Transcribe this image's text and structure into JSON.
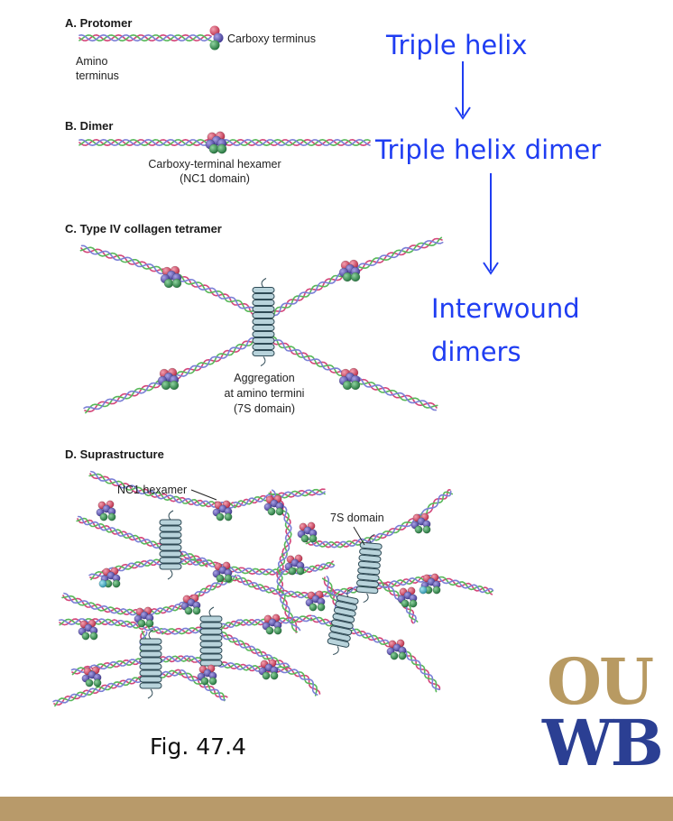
{
  "panels": {
    "a": {
      "title": "A. Protomer",
      "carboxy_label": "Carboxy terminus",
      "amino_label_line1": "Amino",
      "amino_label_line2": "terminus"
    },
    "b": {
      "title": "B. Dimer",
      "label_line1": "Carboxy-terminal hexamer",
      "label_line2": "(NC1 domain)"
    },
    "c": {
      "title": "C. Type IV collagen tetramer",
      "label_line1": "Aggregation",
      "label_line2": "at amino termini",
      "label_line3": "(7S domain)"
    },
    "d": {
      "title": "D. Suprastructure",
      "nc1_label": "NC1 hexamer",
      "domain_label": "7S domain"
    }
  },
  "annotations": {
    "triple_helix": "Triple helix",
    "triple_helix_dimer": "Triple helix dimer",
    "interwound_line1": "Interwound",
    "interwound_line2": "dimers"
  },
  "figure_caption": "Fig. 47.4",
  "logo": {
    "line1": "OU",
    "line2": "WB",
    "color_top": "#b89a62",
    "color_bottom": "#2b3f93"
  },
  "colors": {
    "arrow": "#1f3df2",
    "strand_red": "#d4467a",
    "strand_green": "#58b85a",
    "strand_blue": "#7b7fd6",
    "knob_red": "#c8344e",
    "knob_purple": "#5a52a8",
    "knob_green": "#2f8a4a",
    "knob_cyan": "#3db0c8",
    "spring": "#b8d3db",
    "footer_bar": "#b89a6a"
  }
}
